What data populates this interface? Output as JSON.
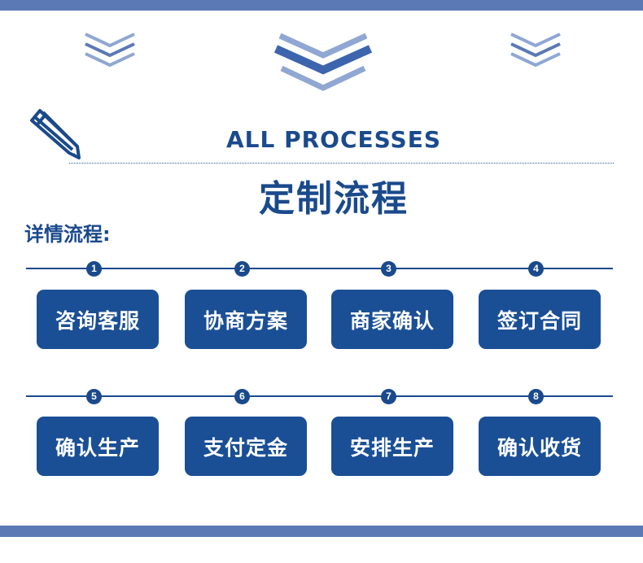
{
  "header": {
    "en_title": "ALL PROCESSES",
    "cn_title": "定制流程"
  },
  "subtitle": "详情流程:",
  "colors": {
    "primary": "#1a4f95",
    "accent_bar": "#5b79b4",
    "chevron_light": "#8fa7d2",
    "chevron_dark": "#3c65ad"
  },
  "icons": {
    "pencil": "pencil-icon",
    "chevron": "chevron-down-icon"
  },
  "steps": [
    {
      "num": "1",
      "label": "咨询客服"
    },
    {
      "num": "2",
      "label": "协商方案"
    },
    {
      "num": "3",
      "label": "商家确认"
    },
    {
      "num": "4",
      "label": "签订合同"
    },
    {
      "num": "5",
      "label": "确认生产"
    },
    {
      "num": "6",
      "label": "支付定金"
    },
    {
      "num": "7",
      "label": "安排生产"
    },
    {
      "num": "8",
      "label": "确认收货"
    }
  ]
}
